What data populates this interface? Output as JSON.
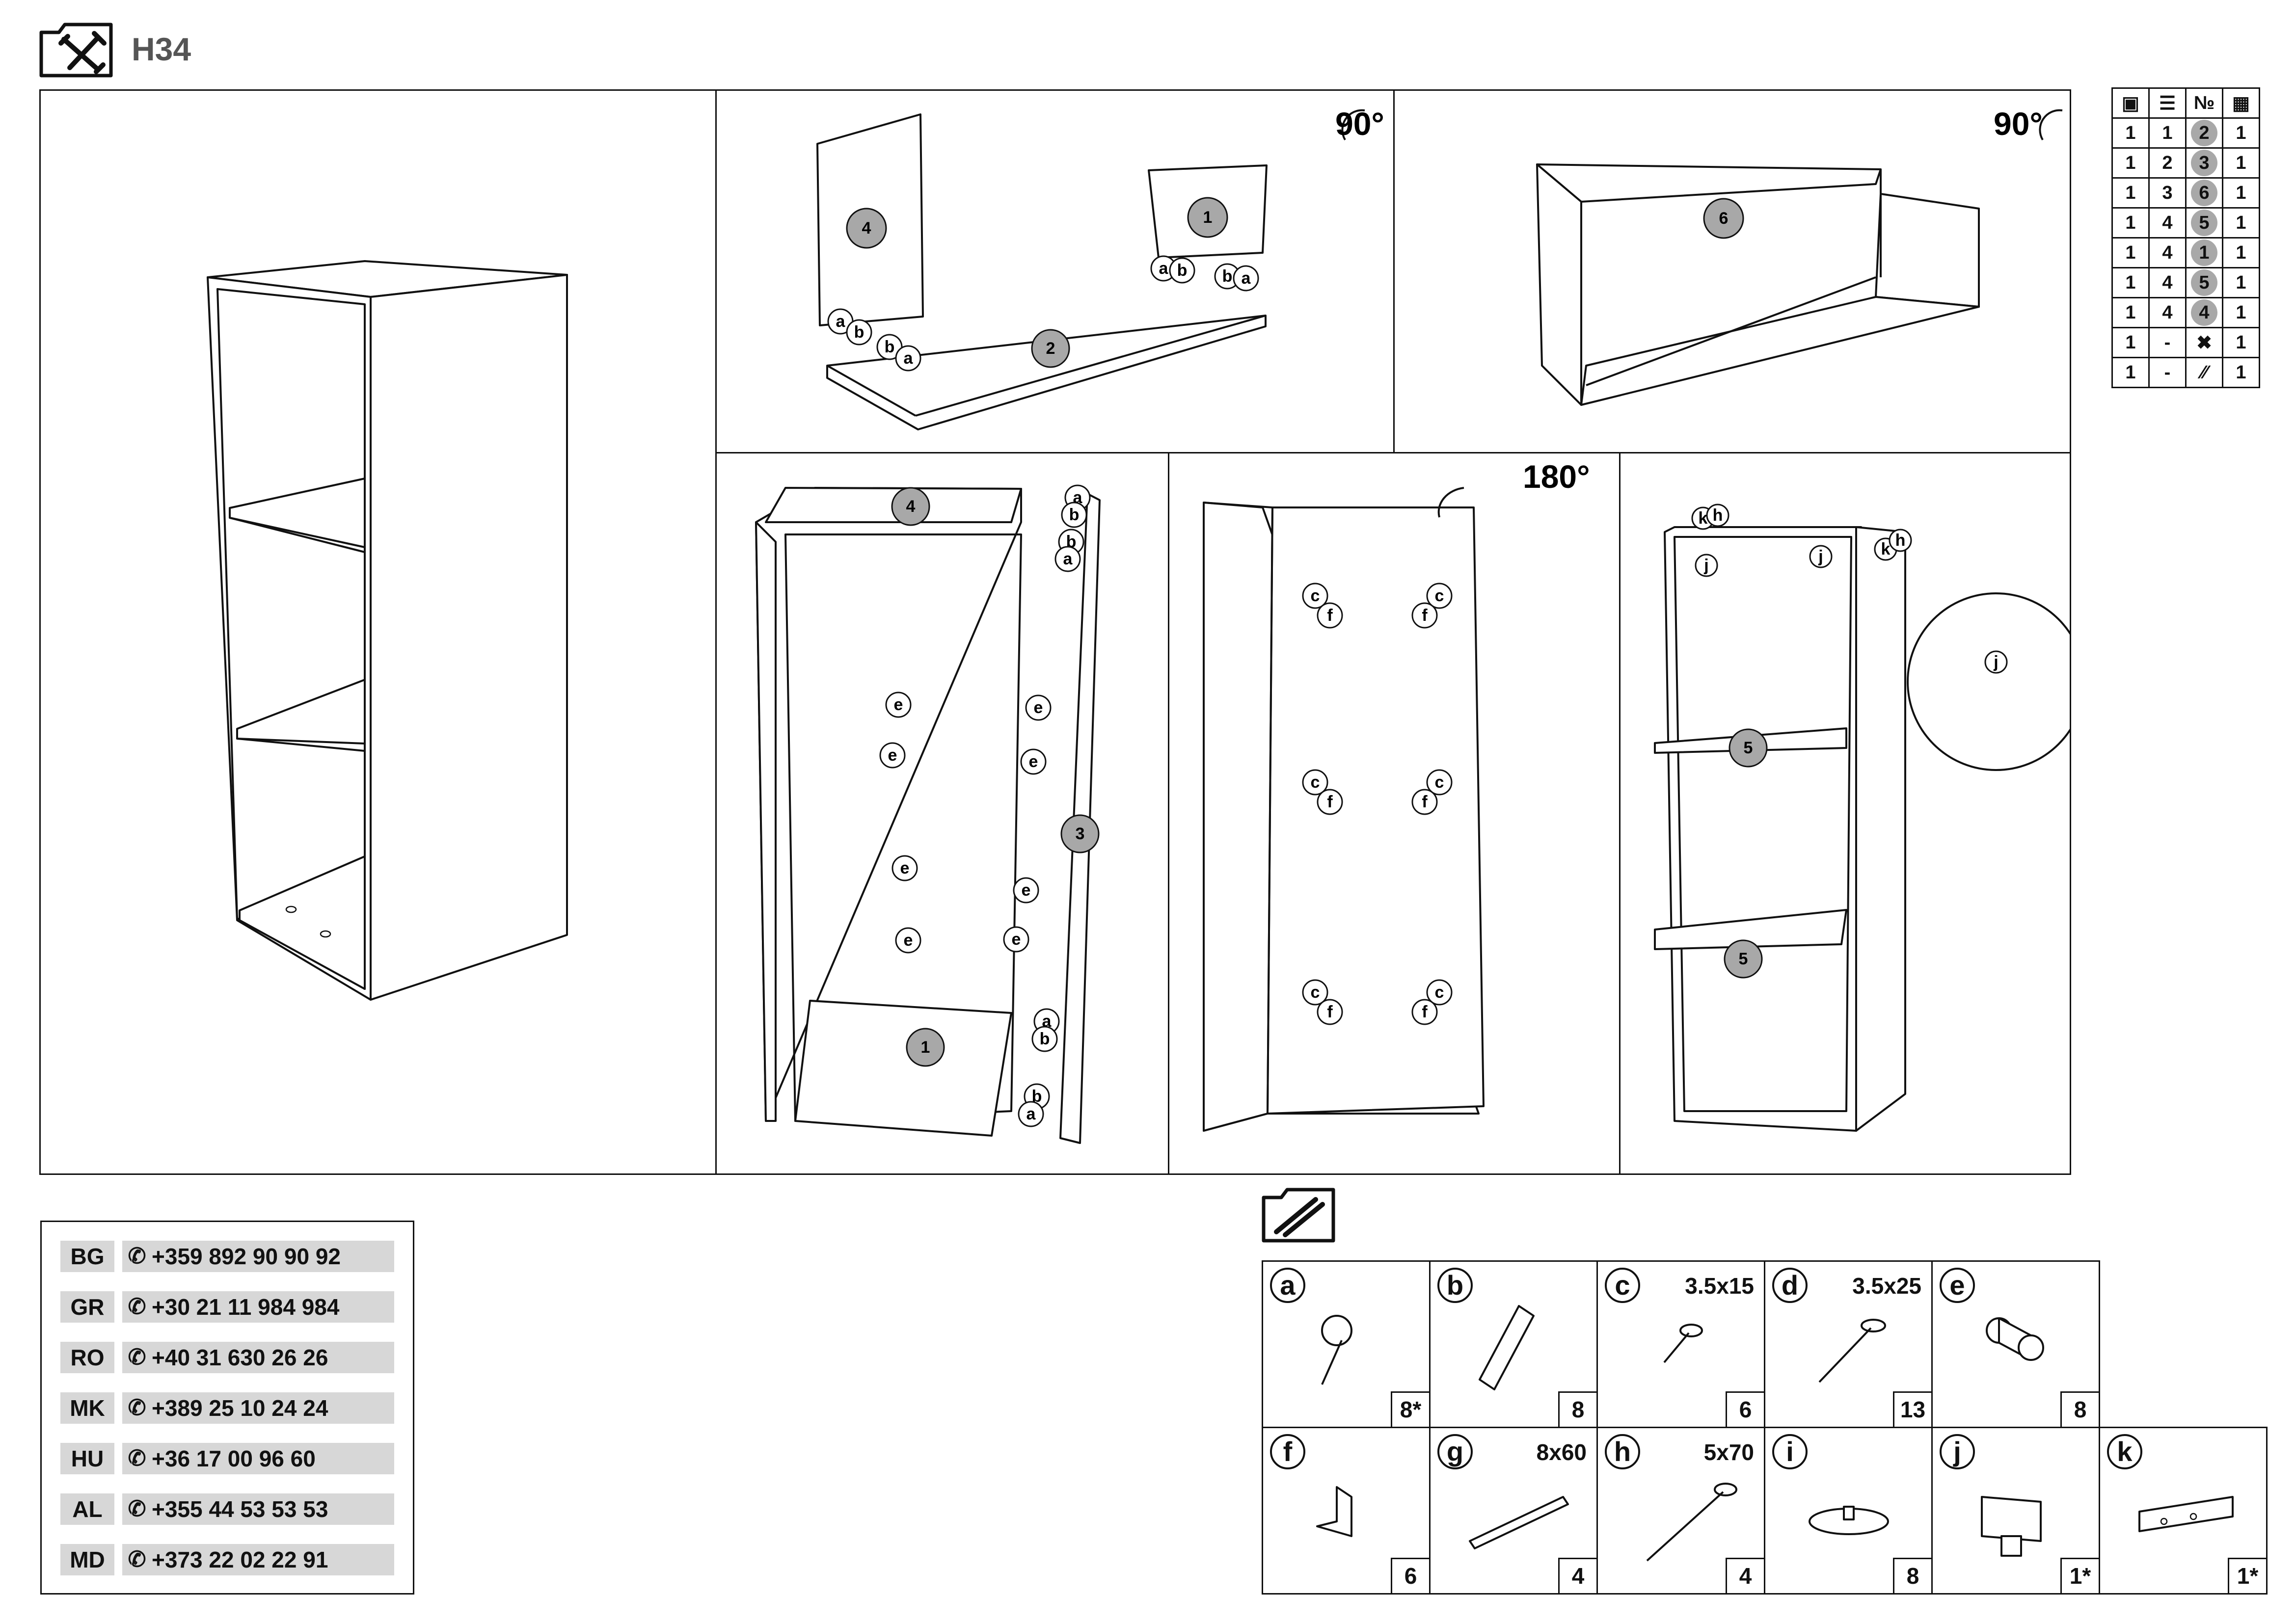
{
  "header": {
    "model": "H34",
    "icon": "tools-icon"
  },
  "steps": {
    "step2": {
      "rotation": "90°",
      "part_labels": [
        "4",
        "1",
        "2"
      ],
      "letters": [
        "a",
        "b",
        "b",
        "a",
        "a",
        "b",
        "b",
        "a"
      ]
    },
    "step3": {
      "rotation": "90°",
      "part_labels": [
        "6"
      ]
    },
    "step4": {
      "part_labels": [
        "4",
        "1",
        "3"
      ],
      "letters": [
        "a",
        "b",
        "b",
        "a",
        "e",
        "e",
        "e",
        "e",
        "e",
        "e",
        "e",
        "e",
        "a",
        "b",
        "b",
        "a"
      ]
    },
    "step5": {
      "rotation": "180°",
      "letters": [
        "c",
        "f",
        "f",
        "c",
        "c",
        "f",
        "f",
        "c",
        "c",
        "f",
        "f",
        "c"
      ]
    },
    "step6": {
      "part_labels": [
        "5",
        "5"
      ],
      "letters": [
        "k",
        "h",
        "k",
        "h",
        "j",
        "j",
        "j"
      ]
    }
  },
  "parts_table": {
    "header_icons": [
      "package-icon",
      "stack-icon",
      "number-icon",
      "parts-grid-icon"
    ],
    "header_no": "№",
    "rows": [
      {
        "c1": "1",
        "c2": "1",
        "no": "2",
        "qty": "1"
      },
      {
        "c1": "1",
        "c2": "2",
        "no": "3",
        "qty": "1"
      },
      {
        "c1": "1",
        "c2": "3",
        "no": "6",
        "qty": "1"
      },
      {
        "c1": "1",
        "c2": "4",
        "no": "5",
        "qty": "1"
      },
      {
        "c1": "1",
        "c2": "4",
        "no": "1",
        "qty": "1"
      },
      {
        "c1": "1",
        "c2": "4",
        "no": "5",
        "qty": "1"
      },
      {
        "c1": "1",
        "c2": "4",
        "no": "4",
        "qty": "1"
      },
      {
        "c1": "1",
        "c2": "-",
        "icon": "tools-icon",
        "qty": "1"
      },
      {
        "c1": "1",
        "c2": "-",
        "icon": "rails-icon",
        "qty": "1"
      }
    ]
  },
  "contacts": [
    {
      "code": "BG",
      "phone": "+359 892 90 90 92"
    },
    {
      "code": "GR",
      "phone": "+30 21 11 984 984"
    },
    {
      "code": "RO",
      "phone": "+40 31 630 26 26"
    },
    {
      "code": "MK",
      "phone": "+389 25 10 24 24"
    },
    {
      "code": "HU",
      "phone": "+36 17 00 96 60"
    },
    {
      "code": "AL",
      "phone": "+355 44 53 53 53"
    },
    {
      "code": "MD",
      "phone": "+373 22 02 22 91"
    }
  ],
  "hardware": [
    {
      "letter": "a",
      "size": "",
      "qty": "8*",
      "icon": "cam-lock-icon"
    },
    {
      "letter": "b",
      "size": "",
      "qty": "8",
      "icon": "dowel-icon"
    },
    {
      "letter": "c",
      "size": "3.5x15",
      "qty": "6",
      "icon": "short-screw-icon"
    },
    {
      "letter": "d",
      "size": "3.5x25",
      "qty": "13",
      "icon": "screw-icon"
    },
    {
      "letter": "e",
      "size": "",
      "qty": "8",
      "icon": "shelf-pin-icon"
    },
    {
      "letter": "f",
      "size": "",
      "qty": "6",
      "icon": "angle-bracket-icon"
    },
    {
      "letter": "g",
      "size": "8x60",
      "qty": "4",
      "icon": "wall-plug-icon"
    },
    {
      "letter": "h",
      "size": "5x70",
      "qty": "4",
      "icon": "long-screw-icon"
    },
    {
      "letter": "i",
      "size": "",
      "qty": "8",
      "icon": "foot-pad-icon"
    },
    {
      "letter": "j",
      "size": "",
      "qty": "1*",
      "icon": "hanger-bracket-icon"
    },
    {
      "letter": "k",
      "size": "",
      "qty": "1*",
      "icon": "wall-rail-icon"
    }
  ]
}
